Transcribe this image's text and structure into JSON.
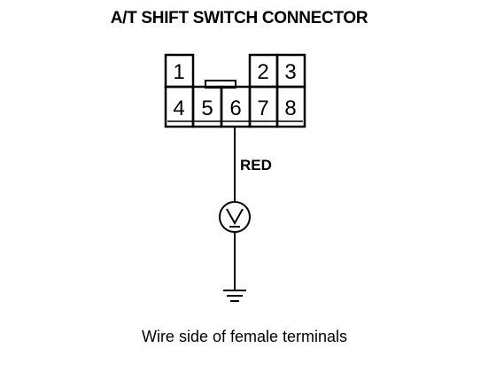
{
  "title": "A/T SHIFT SWITCH CONNECTOR",
  "connector": {
    "top_row": [
      "1",
      "2",
      "3"
    ],
    "bottom_row": [
      "4",
      "5",
      "6",
      "7",
      "8"
    ]
  },
  "wire": {
    "color_label": "RED"
  },
  "caption": "Wire side of female terminals"
}
